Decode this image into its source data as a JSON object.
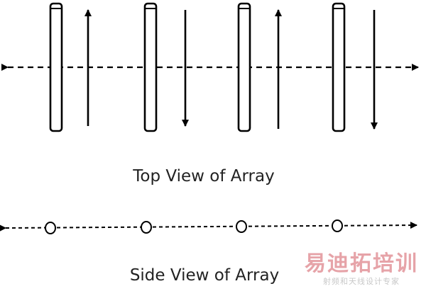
{
  "top_view": {
    "caption": "Top View of Array",
    "elements": [
      {
        "arrow": "up"
      },
      {
        "arrow": "down"
      },
      {
        "arrow": "up"
      },
      {
        "arrow": "down"
      }
    ]
  },
  "side_view": {
    "caption": "Side View of Array",
    "element_count": 4
  },
  "watermark": {
    "main": "易迪拓培训",
    "sub": "射频和天线设计专家"
  },
  "colors": {
    "stroke": "#000000",
    "watermark": "#e6a3a8"
  }
}
